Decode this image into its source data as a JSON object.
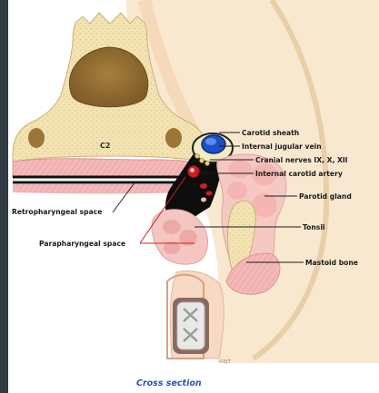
{
  "labels": {
    "c2": "C2",
    "carotid_sheath": "Carotid sheath",
    "internal_jugular_vein": "Internal jugular vein",
    "cranial_nerves": "Cranial nerves IX, X, XII",
    "internal_carotid_artery": "Internal carotid artery",
    "parotid_gland": "Parotid gland",
    "retropharyngeal_space": "Retropharyngeal space",
    "tonsil": "Tonsil",
    "parapharyngeal_space": "Parapharyngeal space",
    "mastoid_bone": "Mastoid bone"
  },
  "caption": "Cross section",
  "signature": "©EJT",
  "colors": {
    "leader_lines": "#1a1a1a",
    "pointer_lines": "#d02020",
    "bone": "#f1dfa8",
    "muscle": "#f2b3b3",
    "vein": "#1d4fc7",
    "artery": "#d41c1c",
    "caption": "#2a55b5"
  }
}
